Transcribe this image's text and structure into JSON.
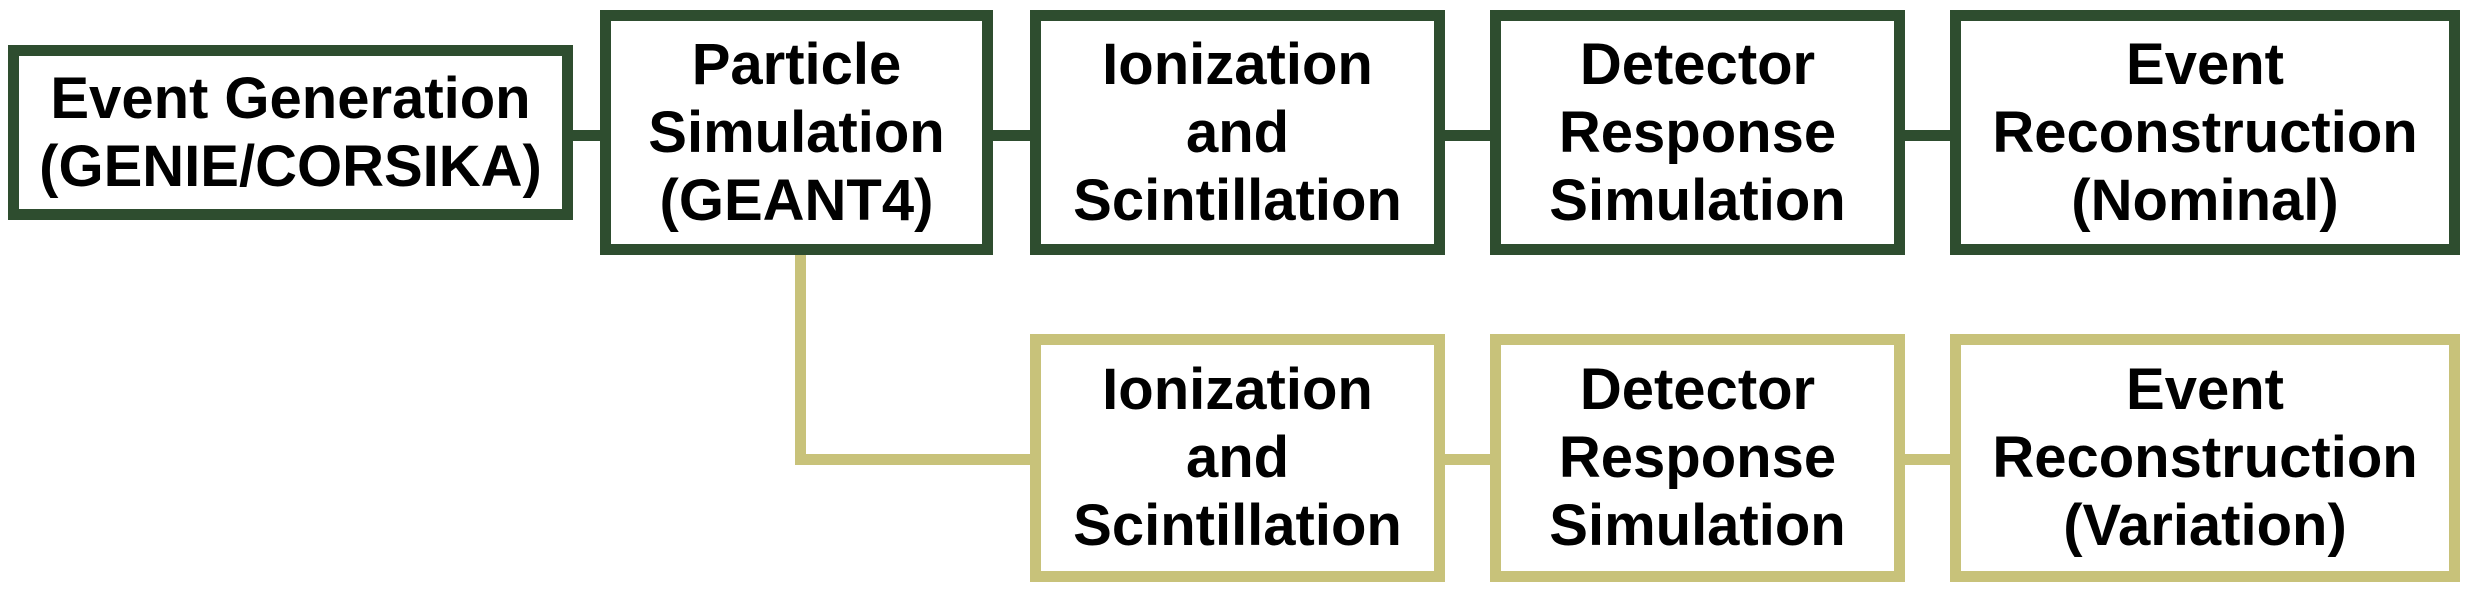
{
  "colors": {
    "nominal_border": "#2e4d2f",
    "variation_border": "#c8c27a",
    "text": "#000000",
    "background": "#ffffff"
  },
  "nominal_chain": [
    {
      "id": "event-generation",
      "label": "Event Generation\n(GENIE/CORSIKA)"
    },
    {
      "id": "particle-simulation",
      "label": "Particle\nSimulation\n(GEANT4)"
    },
    {
      "id": "ionization-scintillation-nominal",
      "label": "Ionization\nand\nScintillation"
    },
    {
      "id": "detector-response-nominal",
      "label": "Detector\nResponse\nSimulation"
    },
    {
      "id": "event-reconstruction-nominal",
      "label": "Event\nReconstruction\n(Nominal)"
    }
  ],
  "variation_chain": [
    {
      "id": "ionization-scintillation-variation",
      "label": "Ionization\nand\nScintillation"
    },
    {
      "id": "detector-response-variation",
      "label": "Detector\nResponse\nSimulation"
    },
    {
      "id": "event-reconstruction-variation",
      "label": "Event\nReconstruction\n(Variation)"
    }
  ]
}
